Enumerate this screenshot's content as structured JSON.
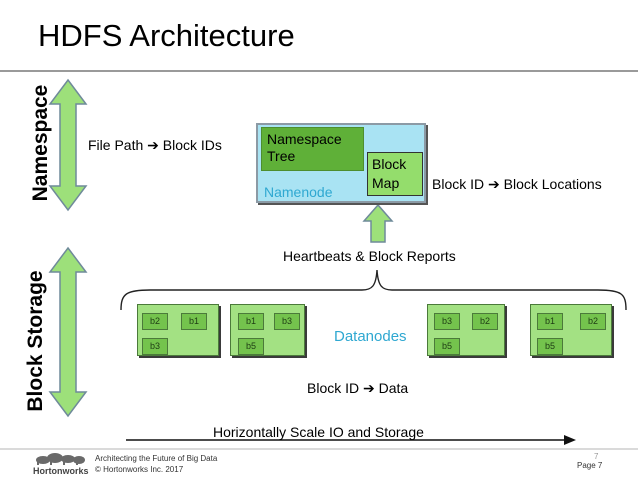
{
  "slide": {
    "title": "HDFS Architecture",
    "page_number": "7",
    "page_label": "Page 7"
  },
  "side_labels": {
    "namespace": "Namespace",
    "block_storage": "Block Storage"
  },
  "labels": {
    "file_path": "File Path ➔  Block IDs",
    "block_locations": "Block ID ➔ Block Locations",
    "heartbeats": "Heartbeats & Block Reports",
    "block_data": "Block ID ➔ Data",
    "scale": "Horizontally Scale IO and Storage"
  },
  "namenode": {
    "label": "Namenode",
    "tree": "Namespace Tree",
    "map": "Block Map"
  },
  "datanodes": {
    "label": "Datanodes",
    "nodes": [
      {
        "blocks": [
          "b2",
          "b1",
          "b3"
        ]
      },
      {
        "blocks": [
          "b1",
          "b3",
          "b5"
        ]
      },
      {
        "blocks": [
          "b3",
          "b2",
          "b5"
        ]
      },
      {
        "blocks": [
          "b1",
          "b2",
          "b5"
        ]
      }
    ]
  },
  "footer": {
    "line1": "Architecting the Future of Big Data",
    "line2": "© Hortonworks Inc. 2017",
    "logo": "Hortonworks"
  },
  "colors": {
    "arrow_fill": "#9de07a",
    "namenode_bg": "#a9e3f3",
    "datanode_bg": "#a3e183",
    "accent_text": "#2fa8d1"
  }
}
